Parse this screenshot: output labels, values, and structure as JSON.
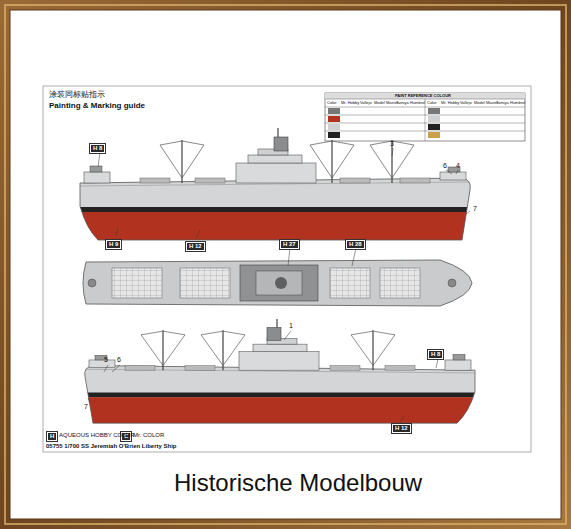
{
  "diagram": {
    "caption": "Historische Modelbouw",
    "labels": [
      "涂装同标贴指示",
      "Painting & Marking guide",
      "PAINT REFERENCE COLOUR",
      "Color",
      "Mr. Hobby",
      "Vallejo",
      "Model Master",
      "Tamiya",
      "Humbrol",
      "Color",
      "Mr. Hobby",
      "Vallejo",
      "Model Master",
      "Tamiya",
      "Humbrol",
      "H 8",
      "3",
      "6",
      "4",
      "7",
      "H 9",
      "H 12",
      "H 27",
      "H 28",
      "1",
      "5",
      "6",
      "7",
      "H 8",
      "H 12",
      "H",
      "C",
      "05755 1/700 SS Jeremiah O'Brien Liberty Ship"
    ],
    "legend": [
      {
        "text": "AQUEOUS HOBBY COLOR"
      },
      {
        "text": "Mr. COLOR"
      }
    ]
  }
}
